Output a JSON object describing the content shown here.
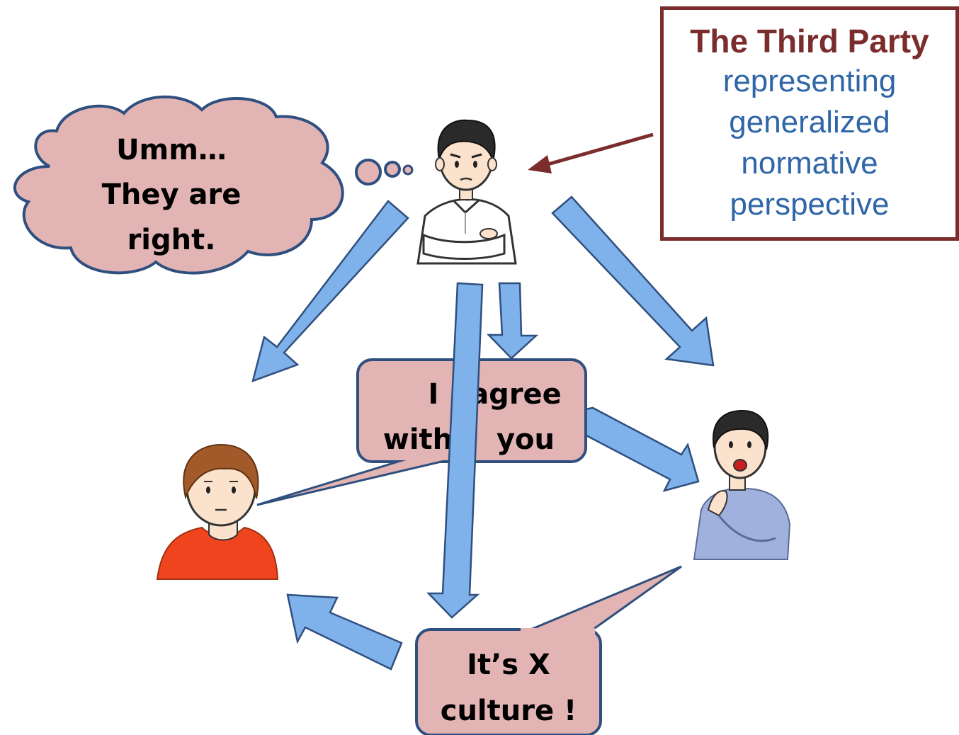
{
  "third_party": {
    "title": "The Third Party",
    "description_lines": [
      "representing",
      "generalized",
      "normative",
      "perspective"
    ]
  },
  "thought_bubble": {
    "lines": [
      "Umm…",
      "They are",
      "right."
    ]
  },
  "speech_agree": {
    "line1_a": "I",
    "line1_b": "agree",
    "line2_a": "with",
    "line2_b": "you"
  },
  "speech_culture": {
    "lines": [
      "It’s X",
      "culture !"
    ]
  },
  "colors": {
    "arrow_fill": "#7fb2ea",
    "arrow_stroke": "#2f4f7f",
    "bubble_fill": "#e3b4b4",
    "bubble_stroke": "#2f4f7f",
    "box_border": "#7b2d2d",
    "title_color": "#7b2d2d",
    "description_color": "#2f66a8"
  }
}
